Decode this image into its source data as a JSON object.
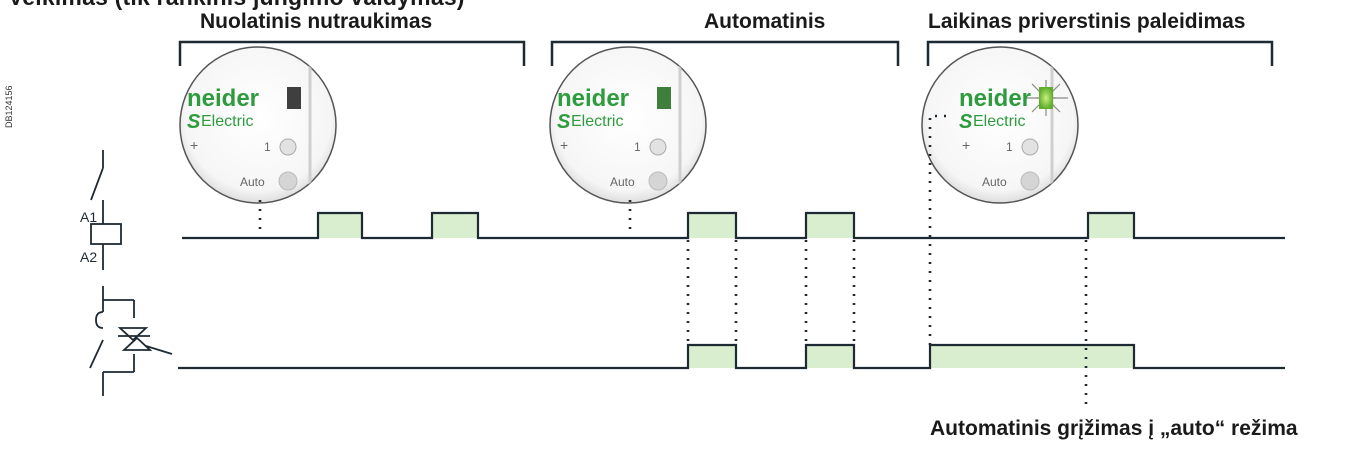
{
  "title": "Veikimas (tik rankinis jungimo valdymas)",
  "document_id": "DB124156",
  "modes": [
    "Nuolatinis nutraukimas",
    "Automatinis",
    "Laikinas priverstinis paleidimas"
  ],
  "device": {
    "brand_line1": "neider",
    "brand_line2": "Electric",
    "switch_label_1": "1",
    "switch_label_auto": "Auto"
  },
  "coil": {
    "label_top": "A1",
    "label_bottom": "A2"
  },
  "footnote": "Automatinis grįžimas į „auto“ režima",
  "colors": {
    "pulse_fill": "#d9edcf",
    "line": "#1e2a33",
    "brand_green": "#2e9c3e",
    "led_off": "#444444",
    "led_on": "#6fbf3a"
  }
}
